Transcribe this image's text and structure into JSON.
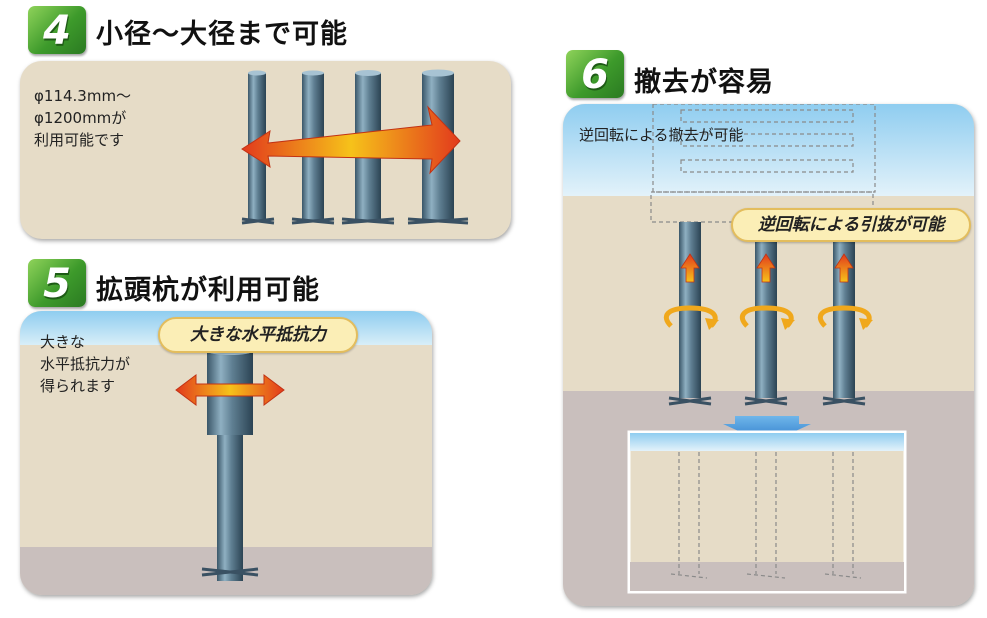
{
  "sections": [
    {
      "number": "4",
      "title": "小径～大径まで可能",
      "body": "φ114.3mm～\nφ1200mmが\n利用可能です"
    },
    {
      "number": "5",
      "title": "拡頭杭が利用可能",
      "body": "大きな\n水平抵抗力が\n得られます",
      "callout": "大きな水平抵抗力"
    },
    {
      "number": "6",
      "title": "撤去が容易",
      "body": "逆回転による撤去が可能",
      "callout": "逆回転による引抜が可能"
    }
  ],
  "colors": {
    "badge": "#3d9a2b",
    "sand": "#e6dcc7",
    "clay": "#c9bfbd",
    "sky": "#a8d6ee",
    "pill": "#fbeeb6"
  }
}
